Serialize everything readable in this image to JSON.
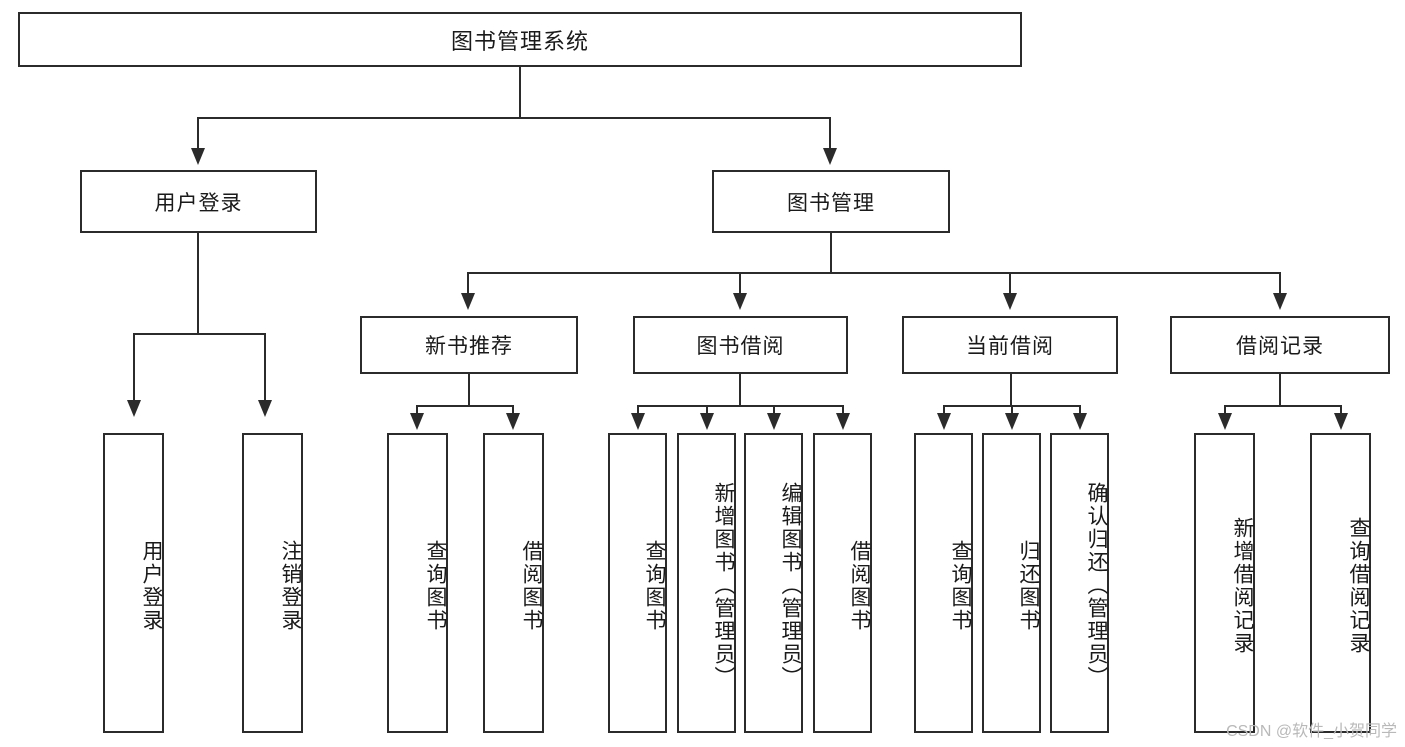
{
  "diagram": {
    "title": "图书管理系统",
    "type": "tree",
    "root": {
      "label": "图书管理系统",
      "orientation": "horizontal"
    },
    "level2": [
      {
        "label": "用户登录",
        "orientation": "horizontal"
      },
      {
        "label": "图书管理",
        "orientation": "horizontal"
      }
    ],
    "level3": [
      {
        "label": "新书推荐",
        "orientation": "horizontal"
      },
      {
        "label": "图书借阅",
        "orientation": "horizontal"
      },
      {
        "label": "当前借阅",
        "orientation": "horizontal"
      },
      {
        "label": "借阅记录",
        "orientation": "horizontal"
      }
    ],
    "leaves": {
      "user_login": [
        {
          "label": "用户登录",
          "orientation": "vertical"
        },
        {
          "label": "注销登录",
          "orientation": "vertical"
        }
      ],
      "new_book_recommend": [
        {
          "label": "查询图书",
          "orientation": "vertical"
        },
        {
          "label": "借阅图书",
          "orientation": "vertical"
        }
      ],
      "book_borrow": [
        {
          "label": "查询图书",
          "orientation": "vertical"
        },
        {
          "label": "新增图书（管理员）",
          "orientation": "vertical"
        },
        {
          "label": "编辑图书（管理员）",
          "orientation": "vertical"
        },
        {
          "label": "借阅图书",
          "orientation": "vertical"
        }
      ],
      "current_borrow": [
        {
          "label": "查询图书",
          "orientation": "vertical"
        },
        {
          "label": "归还图书",
          "orientation": "vertical"
        },
        {
          "label": "确认归还（管理员）",
          "orientation": "vertical"
        }
      ],
      "borrow_record": [
        {
          "label": "新增借阅记录",
          "orientation": "vertical"
        },
        {
          "label": "查询借阅记录",
          "orientation": "vertical"
        }
      ]
    },
    "watermark": "CSDN @软件_小贺同学",
    "colors": {
      "stroke": "#2b2b2b",
      "fill": "#ffffff",
      "text": "#1a1a1a",
      "watermark": "#b9b9b9"
    }
  }
}
